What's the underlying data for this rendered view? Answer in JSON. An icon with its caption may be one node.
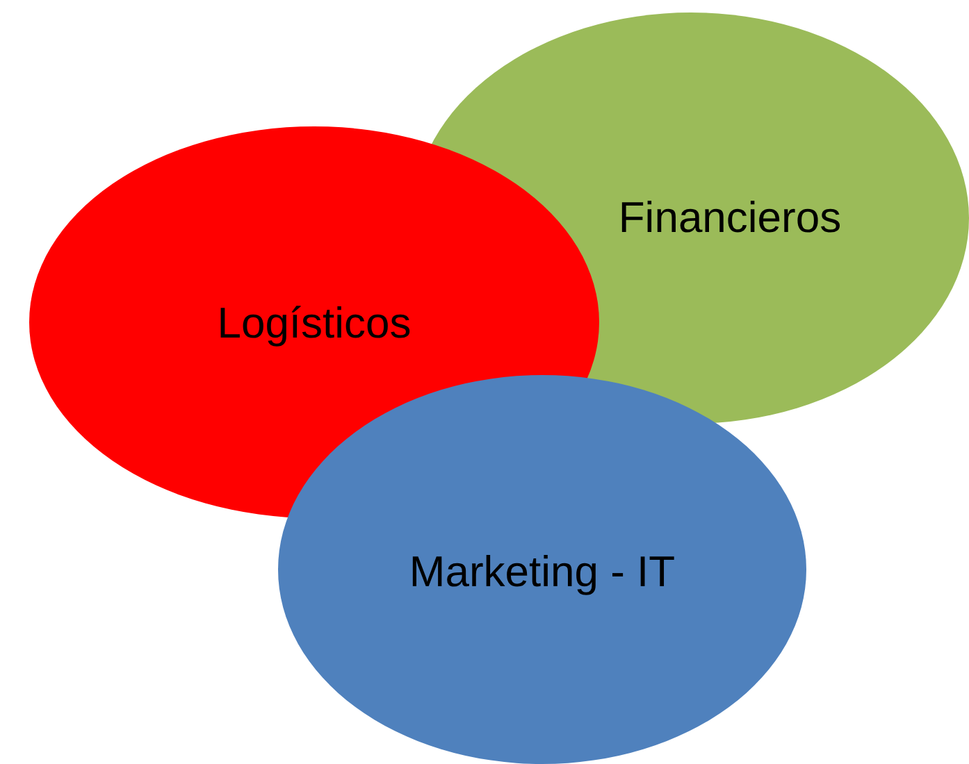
{
  "diagram": {
    "nodes": [
      {
        "text": [
          "Financieros"
        ]
      },
      {
        "text": [
          "Logísticos"
        ]
      },
      {
        "text": [
          "Marketing - IT"
        ]
      }
    ]
  }
}
